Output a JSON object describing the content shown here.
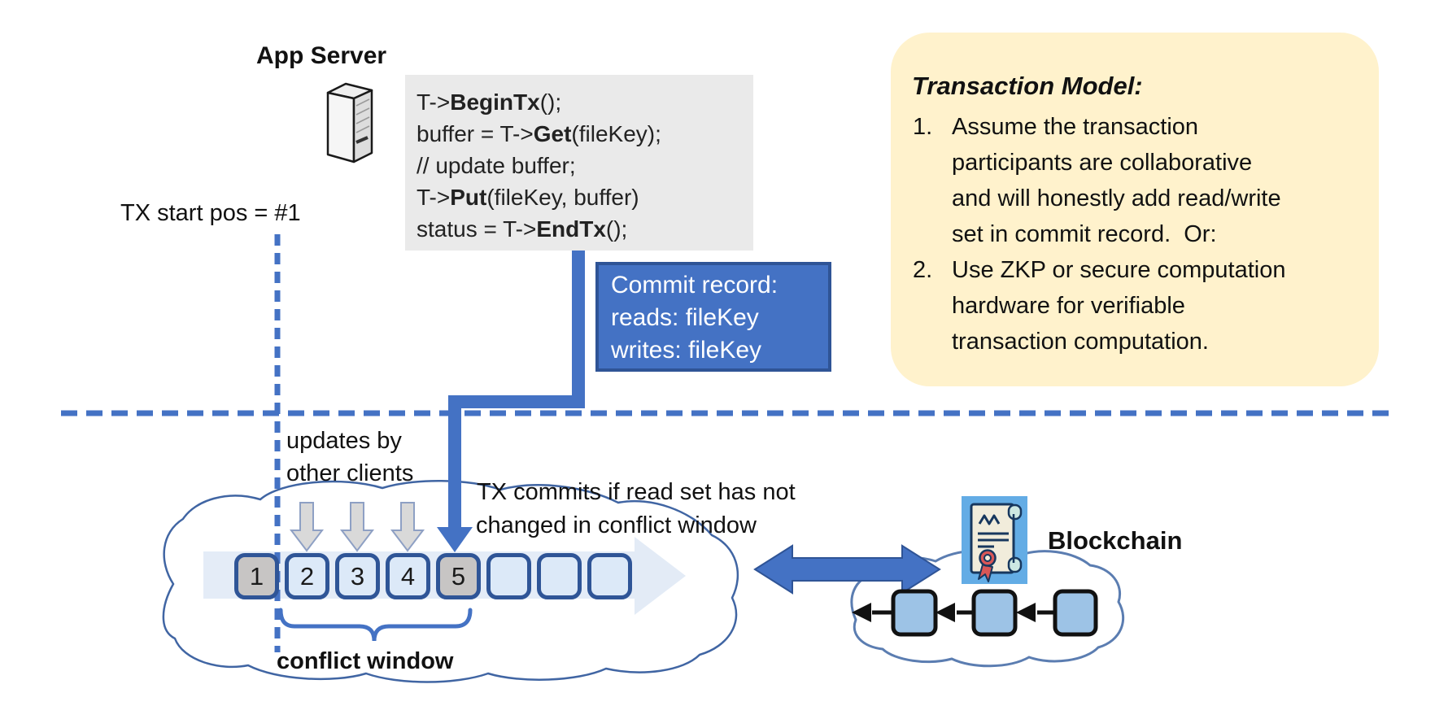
{
  "labels": {
    "app_server": "App Server",
    "tx_start_pos": "TX start pos = #1",
    "updates_line1": "updates by",
    "updates_line2": "other clients",
    "tx_commits_line1": "TX commits if read set has not",
    "tx_commits_line2": "changed in conflict window",
    "conflict_window": "conflict window",
    "blockchain": "Blockchain"
  },
  "code_block": {
    "lines": [
      {
        "pre": "T->",
        "bold": "BeginTx",
        "post": "();"
      },
      {
        "pre": "buffer = T->",
        "bold": "Get",
        "post": "(fileKey);"
      },
      {
        "pre": "// update buffer;",
        "bold": "",
        "post": ""
      },
      {
        "pre": "T->",
        "bold": "Put",
        "post": "(fileKey, buffer)"
      },
      {
        "pre": "status = T->",
        "bold": "EndTx",
        "post": "();"
      }
    ]
  },
  "commit_record": {
    "lines": [
      "Commit record:",
      "reads: fileKey",
      "writes: fileKey"
    ]
  },
  "transaction_model": {
    "title": "Transaction Model:",
    "items": [
      {
        "number": "1.",
        "lines": [
          "Assume the transaction",
          "participants are collaborative",
          "and will honestly add read/write",
          "set in commit record.  Or:"
        ]
      },
      {
        "number": "2.",
        "lines": [
          "Use ZKP or secure computation",
          "hardware for verifiable",
          "transaction computation."
        ]
      }
    ]
  },
  "timeline": {
    "squares": [
      {
        "label": "1",
        "fill": "gray"
      },
      {
        "label": "2",
        "fill": "blue"
      },
      {
        "label": "3",
        "fill": "blue"
      },
      {
        "label": "4",
        "fill": "blue"
      },
      {
        "label": "5",
        "fill": "gray"
      },
      {
        "label": "",
        "fill": "blue"
      },
      {
        "label": "",
        "fill": "blue"
      },
      {
        "label": "",
        "fill": "blue"
      }
    ]
  },
  "colors": {
    "accent_blue": "#4472C4",
    "dark_blue_border": "#2F5496",
    "light_blue_fill": "#DCE9F8",
    "gray_fill": "#C7C5C4",
    "code_bg": "#EAEAEA",
    "note_bg": "#FFF2CC",
    "cloud_stroke": "#4065A3",
    "chain_square_fill": "#9DC3E6",
    "cert_bg": "#63ACE5",
    "seal_red": "#D95757"
  }
}
